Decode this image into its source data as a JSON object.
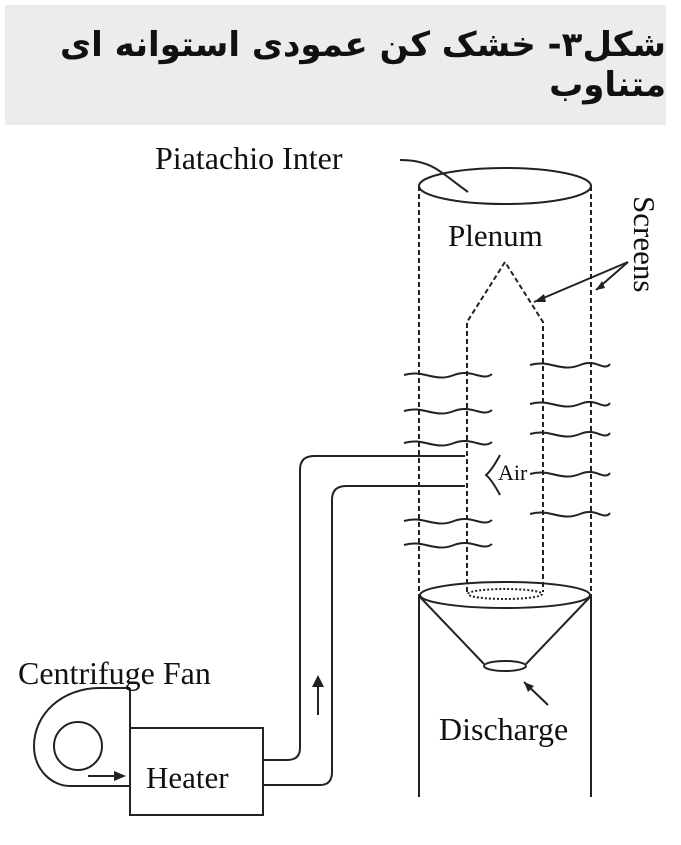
{
  "caption": "شکل۳- خشک کن عمودی استوانه ای متناوب",
  "labels": {
    "inlet": "Piatachio Inter",
    "plenum": "Plenum",
    "screens": "Screens",
    "air": "Air",
    "fan": "Centrifuge Fan",
    "heater": "Heater",
    "discharge": "Discharge"
  }
}
